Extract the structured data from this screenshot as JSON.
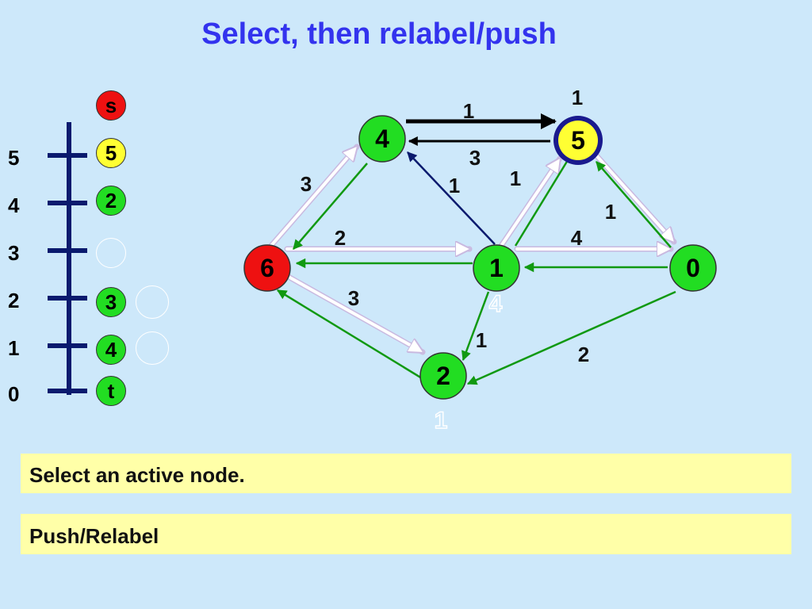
{
  "title": "Select, then relabel/push",
  "scale": {
    "labels": [
      "5",
      "4",
      "3",
      "2",
      "1",
      "0"
    ]
  },
  "levels": {
    "top_node": "s",
    "nodes": [
      {
        "label": "5",
        "color": "#ffff33"
      },
      {
        "label": "2",
        "color": "#22dd22"
      },
      {
        "label": "",
        "color": ""
      },
      {
        "label": "3",
        "color": "#22dd22"
      },
      {
        "label": "4",
        "color": "#22dd22"
      },
      {
        "label": "t",
        "color": "#22dd22"
      }
    ]
  },
  "graph": {
    "nodes": [
      {
        "id": "n4",
        "label": "4",
        "color": "#22dd22"
      },
      {
        "id": "n5",
        "label": "5",
        "color": "#ffff33",
        "ring": "#1a1a8e"
      },
      {
        "id": "n6",
        "label": "6",
        "color": "#ee1111"
      },
      {
        "id": "n1",
        "label": "1",
        "color": "#22dd22"
      },
      {
        "id": "n0",
        "label": "0",
        "color": "#22dd22"
      },
      {
        "id": "n2",
        "label": "2",
        "color": "#22dd22"
      }
    ],
    "edge_labels": {
      "top_flow": "1",
      "above_5": "1",
      "n5_n4": "3",
      "left_cap_upper": "3",
      "diag_4_1": "1",
      "n1_n5": "1",
      "n0_n5": "1",
      "n1_n6": "2",
      "n0_n1": "4",
      "n6_n2": "3",
      "n1_n2": "1",
      "n0_n2": "2"
    },
    "ghost_labels": {
      "under_1": "4",
      "under_2": "1"
    }
  },
  "panels": {
    "step": "Select an active node.",
    "action": "Push/Relabel"
  },
  "colors": {
    "background": "#cde8fa",
    "title": "#3333ee",
    "panel": "#ffffa8",
    "green_arc": "#119911",
    "navy_arc": "#0a1a6e",
    "ghost_arc": "#ffffff"
  }
}
